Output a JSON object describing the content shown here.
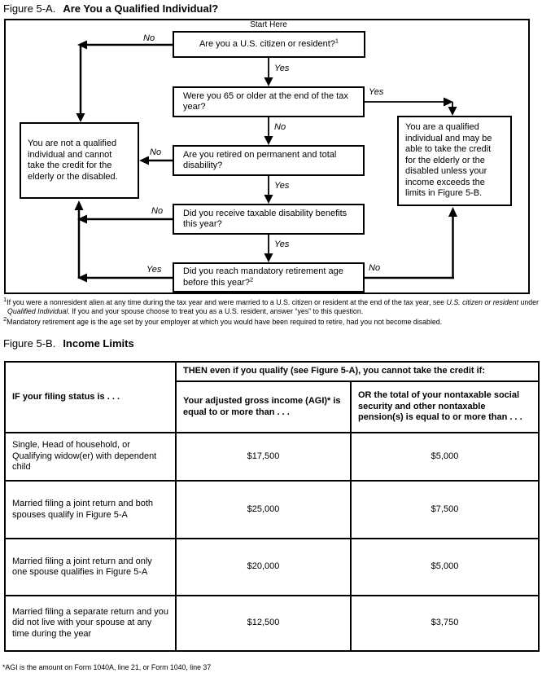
{
  "figure_a": {
    "title_prefix": "Figure 5-A.",
    "title": "Are You a Qualified Individual?",
    "start_label": "Start Here",
    "boxes": {
      "q1": {
        "text": "Are you a U.S. citizen or resident?",
        "sup": "1"
      },
      "q2": {
        "text": "Were you 65 or older at the end of the tax year?"
      },
      "q3": {
        "text": "Are you retired on permanent and total disability?"
      },
      "q4": {
        "text": "Did you receive taxable disability benefits this year?"
      },
      "q5": {
        "text": "Did you reach mandatory retirement age before this year?",
        "sup": "2"
      },
      "not_qualified": {
        "text": "You are not a qualified individual and cannot take the credit for the elderly or the disabled."
      },
      "qualified": {
        "text": "You are a qualified individual and may be able to take the credit for the elderly or the disabled unless your income exceeds the limits in Figure 5-B."
      }
    },
    "labels": {
      "no1": "No",
      "yes1": "Yes",
      "yes2": "Yes",
      "no2": "No",
      "no3": "No",
      "yes3": "Yes",
      "no4": "No",
      "yes4": "Yes",
      "yes5": "Yes",
      "no5": "No"
    },
    "footnotes": {
      "f1": {
        "marker": "1",
        "part1": "If you were a nonresident alien at any time during the tax year and were married to a U.S. citizen or resident at the end of the tax year, see ",
        "italic1": "U.S. citizen or resident",
        "part2": " under ",
        "italic2": "Qualified Individual",
        "part3": ". If you and your spouse choose to treat you as a U.S. resident, answer “yes” to this question."
      },
      "f2": {
        "marker": "2",
        "text": "Mandatory retirement age is the age set by your employer at which you would have been required to retire, had you not become disabled."
      }
    }
  },
  "figure_b": {
    "title_prefix": "Figure 5-B.",
    "title": "Income Limits",
    "table": {
      "col1_header": "IF your filing status is . . .",
      "then_header": "THEN even if you qualify (see Figure 5-A), you cannot take the credit if:",
      "col2_header": "Your adjusted gross income (AGI)* is equal to or more than . . .",
      "col3_header": "OR the total of your nontaxable social security and other nontaxable pension(s) is equal to or more than . . .",
      "rows": [
        {
          "status": "Single, Head of household, or Qualifying widow(er) with dependent child",
          "agi": "$17,500",
          "nontaxable": "$5,000"
        },
        {
          "status": "Married filing a joint return and both spouses qualify in Figure 5-A",
          "agi": "$25,000",
          "nontaxable": "$7,500"
        },
        {
          "status": "Married filing a joint return and only one spouse qualifies in Figure 5-A",
          "agi": "$20,000",
          "nontaxable": "$5,000"
        },
        {
          "status": "Married filing a separate return and you did not live with your spouse at any time during the year",
          "agi": "$12,500",
          "nontaxable": "$3,750"
        }
      ],
      "footnote": "*AGI is the amount on Form 1040A, line 21, or Form 1040, line 37"
    }
  },
  "colors": {
    "ink": "#000000",
    "paper": "#ffffff"
  }
}
